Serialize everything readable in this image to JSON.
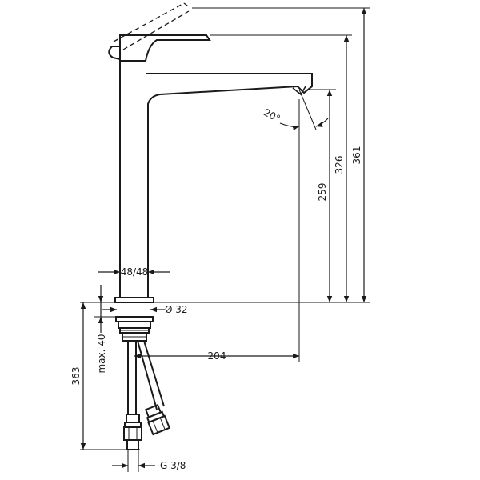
{
  "dimensions": {
    "overall_height": "361",
    "spout_height": "326",
    "outlet_height": "259",
    "spout_reach": "204",
    "body_width": "48/48",
    "hole_diameter": "Ø 32",
    "below_deck_length": "363",
    "max_deck_thickness": "max. 40",
    "connection_thread": "G 3/8",
    "outlet_angle": "20°"
  }
}
